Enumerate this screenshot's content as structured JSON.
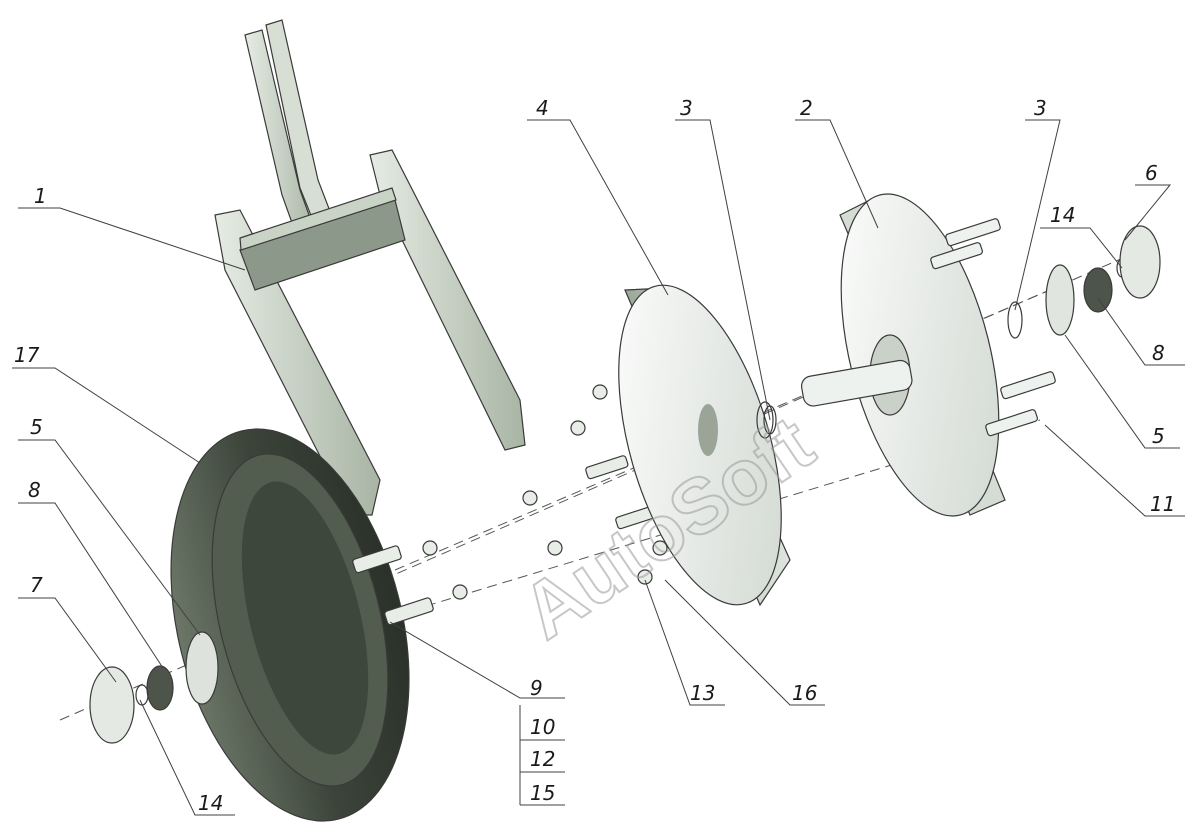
{
  "callouts": {
    "n1": "1",
    "n2": "2",
    "n3a": "3",
    "n3b": "3",
    "n4": "4",
    "n5a": "5",
    "n5b": "5",
    "n6": "6",
    "n7": "7",
    "n8a": "8",
    "n8b": "8",
    "n9": "9",
    "n10": "10",
    "n11": "11",
    "n12": "12",
    "n13": "13",
    "n14a": "14",
    "n14b": "14",
    "n15": "15",
    "n16": "16",
    "n17": "17"
  },
  "watermark": {
    "text": "AutoSoft"
  },
  "colors": {
    "frame": "#c4d0c0",
    "tire": "#4a5448",
    "disk": "#eef2ee",
    "hub": "#e2e8e2"
  }
}
